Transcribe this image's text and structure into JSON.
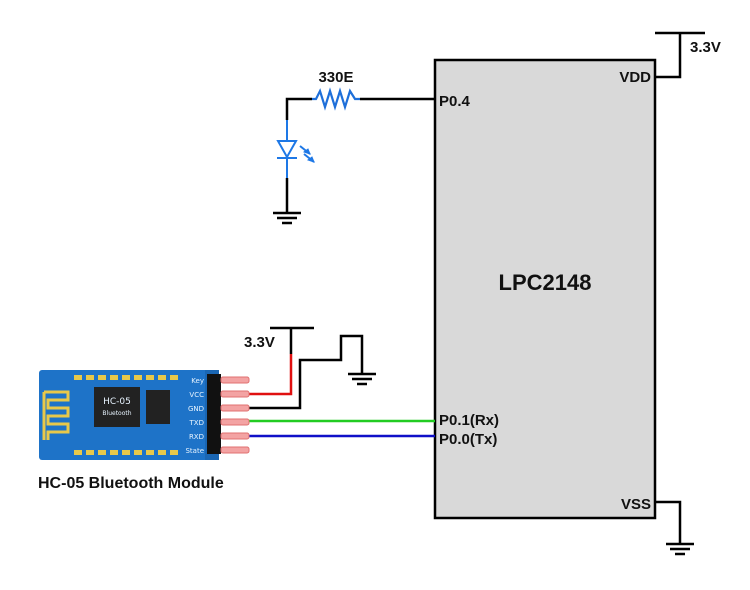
{
  "mcu": {
    "name": "LPC2148",
    "pins": {
      "vdd": "VDD",
      "vss": "VSS",
      "p04": "P0.4",
      "p01": "P0.1(Rx)",
      "p00": "P0.0(Tx)"
    }
  },
  "supply": {
    "mcu_vdd": "3.3V",
    "module_vcc": "3.3V"
  },
  "resistor": {
    "value": "330E"
  },
  "module": {
    "caption": "HC-05 Bluetooth Module",
    "chip_label": "HC-05",
    "chip_sublabel": "Bluetooth",
    "pins": [
      "Key",
      "VCC",
      "GND",
      "TXD",
      "RXD",
      "State"
    ]
  },
  "colors": {
    "wire": "#000000",
    "led": "#1e78e6",
    "resistor": "#1e6fd9",
    "vcc_wire": "#e01010",
    "rx_wire": "#22cc22",
    "tx_wire": "#1010c8",
    "mcu_fill": "#d9d9d9",
    "pcb": "#1e73c8"
  }
}
